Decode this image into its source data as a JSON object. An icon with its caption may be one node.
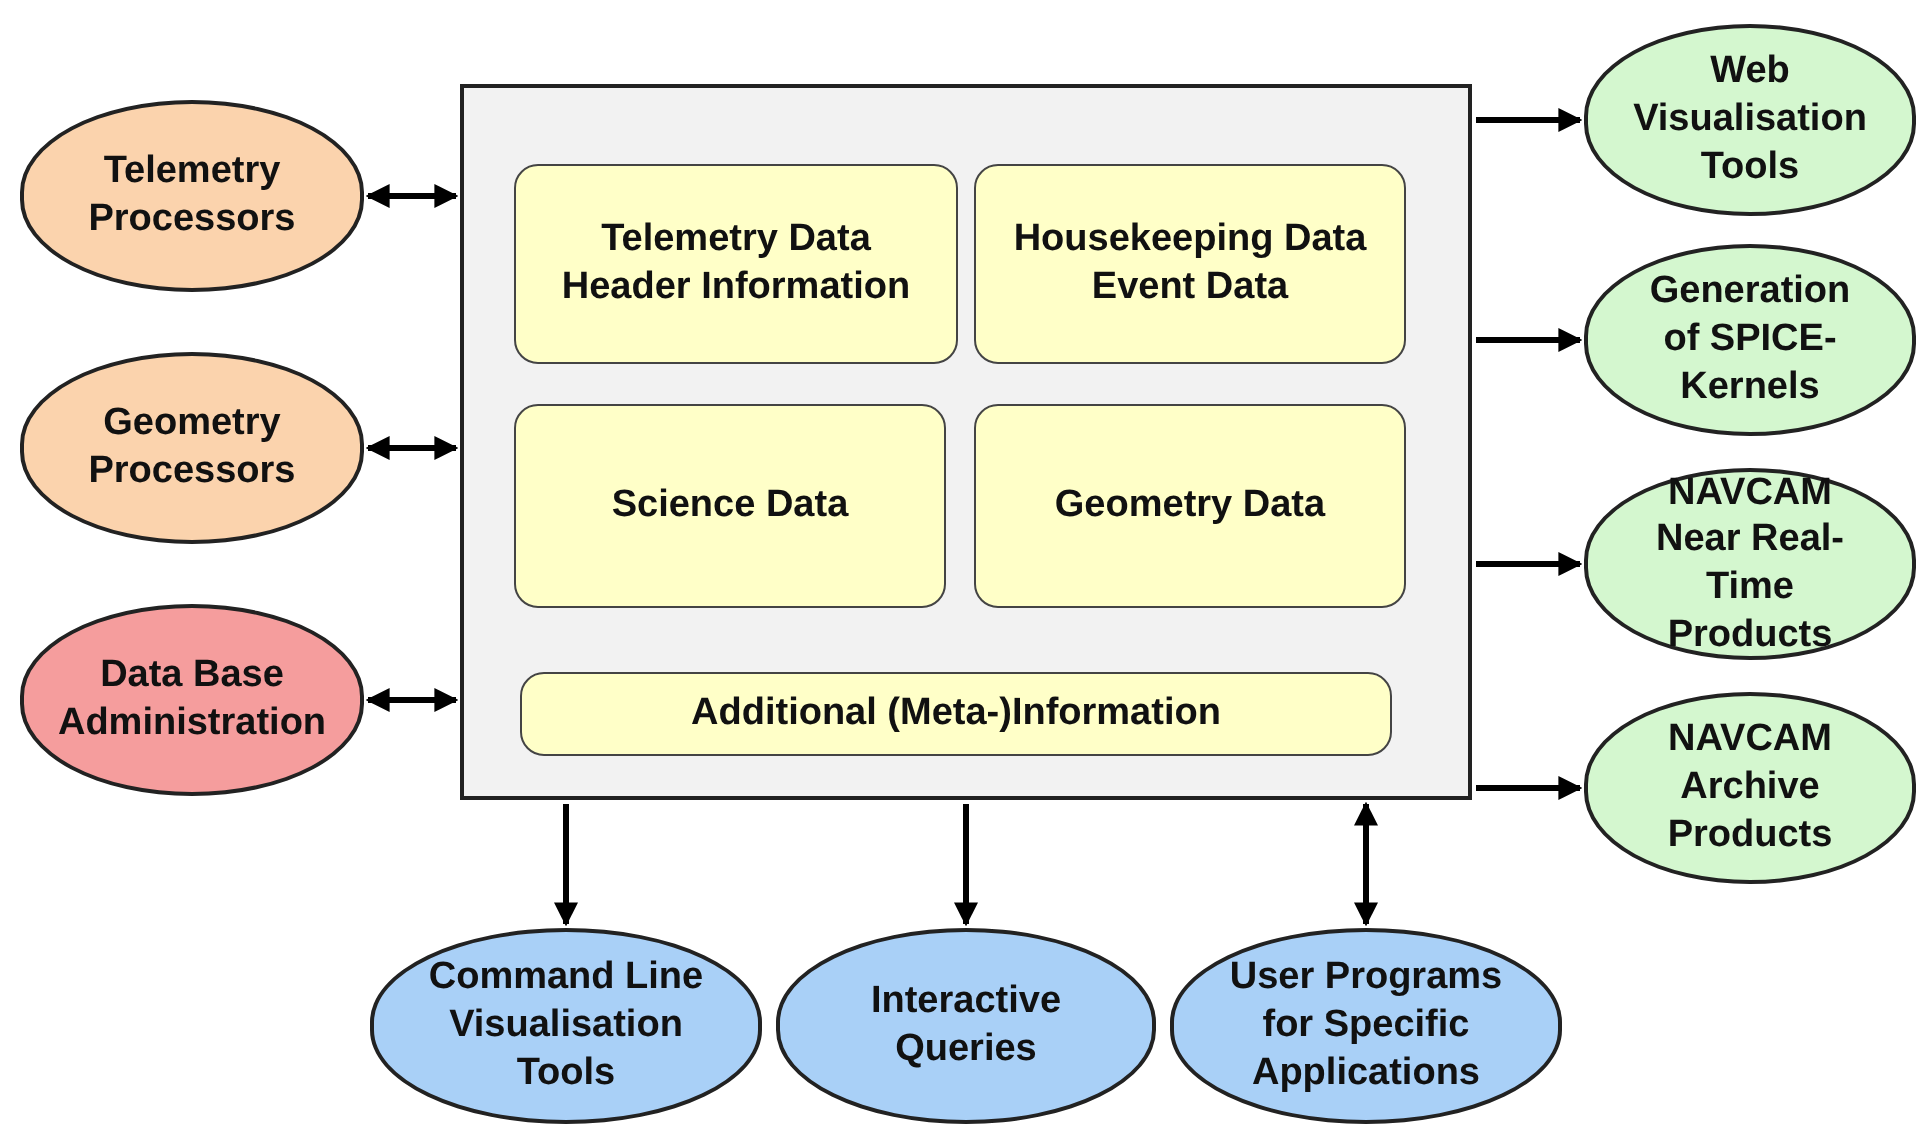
{
  "diagram": {
    "nodes": [
      {
        "text": [
          "Telemetry Processors"
        ]
      },
      {
        "text": [
          "Geometry Processors"
        ]
      },
      {
        "text": [
          "Data Base Administration"
        ]
      },
      {
        "text": [],
        "shape": "box"
      },
      {
        "text": [
          "Telemetry Data",
          "Header Information"
        ],
        "in": 3
      },
      {
        "text": [
          "Housekeeping Data",
          "Event Data"
        ],
        "in": 3
      },
      {
        "text": [
          "Science Data"
        ],
        "in": 3
      },
      {
        "text": [
          "Geometry Data"
        ],
        "in": 3
      },
      {
        "text": [
          "Additional (Meta-)Information"
        ],
        "in": 3
      },
      {
        "text": [
          "Web Visualisation Tools"
        ]
      },
      {
        "text": [
          "Generation of SPICE-Kernels"
        ]
      },
      {
        "text": [
          "NAVCAM Near Real-Time Products"
        ]
      },
      {
        "text": [
          "NAVCAM Archive Products"
        ]
      },
      {
        "text": [
          "Command Line Visualisation Tools"
        ]
      },
      {
        "text": [
          "Interactive Queries"
        ]
      },
      {
        "text": [
          "User Programs for Specific Applications"
        ]
      }
    ],
    "edges": [
      {
        "from": 0,
        "to": 3,
        "arrow": "both"
      },
      {
        "from": 1,
        "to": 3,
        "arrow": "both"
      },
      {
        "from": 2,
        "to": 3,
        "arrow": "both"
      },
      {
        "from": 3,
        "to": 9,
        "arrow": "to"
      },
      {
        "from": 3,
        "to": 10,
        "arrow": "to"
      },
      {
        "from": 3,
        "to": 11,
        "arrow": "to"
      },
      {
        "from": 3,
        "to": 12,
        "arrow": "to"
      },
      {
        "from": 3,
        "to": 13,
        "arrow": "to"
      },
      {
        "from": 3,
        "to": 14,
        "arrow": "to"
      },
      {
        "from": 3,
        "to": 15,
        "arrow": "both"
      }
    ]
  }
}
